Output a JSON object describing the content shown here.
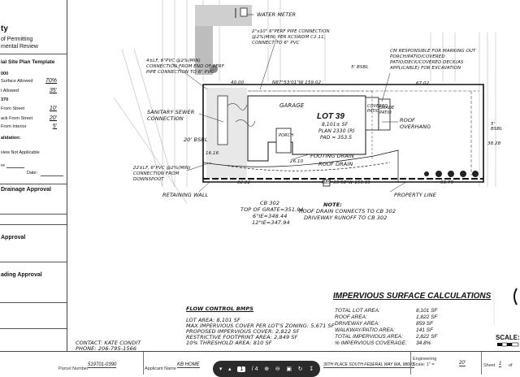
{
  "left_panel": {
    "title_partial": "ty",
    "dept_line1": "of Permitting",
    "dept_line2": "mental Review",
    "template_title": "ial Site Plan Template",
    "label_000": "000",
    "surface_allowed_label": "Surface Allowed",
    "surface_allowed_value": "70%",
    "allowed_label": "t Allowed",
    "allowed_value": "35'",
    "label_370": "370",
    "from_street_label": "From Street",
    "from_street_value": "10'",
    "back_from_street_label": "ack From Street",
    "back_from_street_value": "20'",
    "from_interior_label": "From Interior",
    "from_interior_value": "5'",
    "validation_label": "alidation:",
    "not_applicable_label": "view Not Applicable",
    "name_label": "re",
    "date_label": "Date:",
    "drainage_approval": "Drainage Approval",
    "approval": "Approval",
    "grading_approval": "ading Approval"
  },
  "plan": {
    "water_meter": "WATER METER",
    "note_pipe_left": "4±LF, 6\"PVC @2%(MIN) CONNECTION FROM END OF PERF PIPE CONNECTION TO 6\" PVC",
    "note_perf_pipe": "2\"x10\" 6\"PERF PIPE CONNECTION @2%(MIN) PER KCSWDM C2.11; CONNECT TO 6\" PVC",
    "note_cm": "CM RESPONSIBLE FOR MARKING OUT PORCH/PATIO/COVERED PATIO/DECK/COVERED DECK(AS APPLICABLE) FOR EXCAVATION",
    "sanitary_sewer": "SANITARY SEWER CONNECTION",
    "garage": "GARAGE",
    "lot_no": "LOT 39",
    "lot_sf": "8,101± SF",
    "plan_no": "PLAN 2330 (R)",
    "pad": "PAD = 353.5",
    "covered_patio": "COVERED PATIO",
    "grade_patio": "GRADE PATIO",
    "roof_overhang": "ROOF OVERHANG",
    "porch": "PORCH",
    "footing_drain": "FOOTING DRAIN",
    "roof_drain": "ROOF DRAIN",
    "bsbl_20": "20' BSBL",
    "bsbl_5_top": "5' BSBL",
    "bsbl_5_right": "5' BSBL",
    "bearing_top": "N87°53'01\"W 159.02",
    "bearing_bottom": "N89°35'58\"W 159.05",
    "dim_6702": "67.02",
    "dim_4000": "40.00",
    "dim_3222": "32.22",
    "dim_6679": "66.79",
    "dim_1616": "16.16",
    "dim_2610": "26.10",
    "dim_3828": "38.28",
    "note_22lf": "22±LF, 6\"PVC @2%(MIN) CONNECTION FROM DOWNSPOUT",
    "retaining_wall": "RETAINING WALL",
    "property_line": "PROPERTY LINE",
    "cb_302": "CB 302",
    "top_of_grate": "TOP OF GRATE=351.94",
    "ie_6": "6\"IE=348.44",
    "ie_12": "12\"IE=347.94",
    "note_label": "NOTE:",
    "note_roof_drain": "ROOF DRAIN CONNECTS TO CB 302",
    "note_driveway": "DRIVEWAY RUNOFF TO CB 302"
  },
  "flow_control": {
    "title": "FLOW CONTROL BMPS",
    "lot_area": "LOT AREA: 8,101 SF",
    "max_imperv": "MAX IMPERVIOUS COVER PER LOT'S ZONING: 5,671 SF",
    "proposed_imperv": "PROPOSED IMPERVIOUS COVER: 2,822 SF",
    "restrictive": "RESTRICTIVE FOOTPRINT AREA: 2,849 SF",
    "threshold": "10% THRESHOLD AREA: 810 SF"
  },
  "impervious": {
    "title": "IMPERVIOUS SURFACE CALCULATIONS",
    "rows": [
      {
        "label": "TOTAL LOT AREA:",
        "value": "8,101 SF"
      },
      {
        "label": "ROOF AREA:",
        "value": "1,822 SF"
      },
      {
        "label": "DRIVEWAY AREA:",
        "value": "859 SF"
      },
      {
        "label": "WALKWAY/PATIO AREA:",
        "value": "141 SF"
      },
      {
        "label": "TOTAL IMPERVIOUS AREA:",
        "value": "2,822 SF"
      },
      {
        "label": "% IMPERVIOUS COVERAGE:",
        "value": "34.8%"
      }
    ]
  },
  "contact": {
    "name": "CONTACT: KATE CONDIT",
    "phone": "PHONE: 206-795-1566"
  },
  "scale_label": "SCALE:",
  "bottom": {
    "parcel_label": "Parcel Number",
    "parcel_value": "519701-0390",
    "applicant_label": "Applicant Name",
    "applicant_value": "KB HOME",
    "address_value": "30TH PLACE SOUTH FEDERAL WAY WA, 98003",
    "eng_scale_label1": "Engineering",
    "eng_scale_label2": "Scale: 1\" =",
    "eng_scale_value": "20'",
    "sheet_label": "Sheet",
    "sheet_value": "1",
    "of_label": "of"
  },
  "toolbar": {
    "page_current": "1",
    "page_total": "/ 4"
  }
}
